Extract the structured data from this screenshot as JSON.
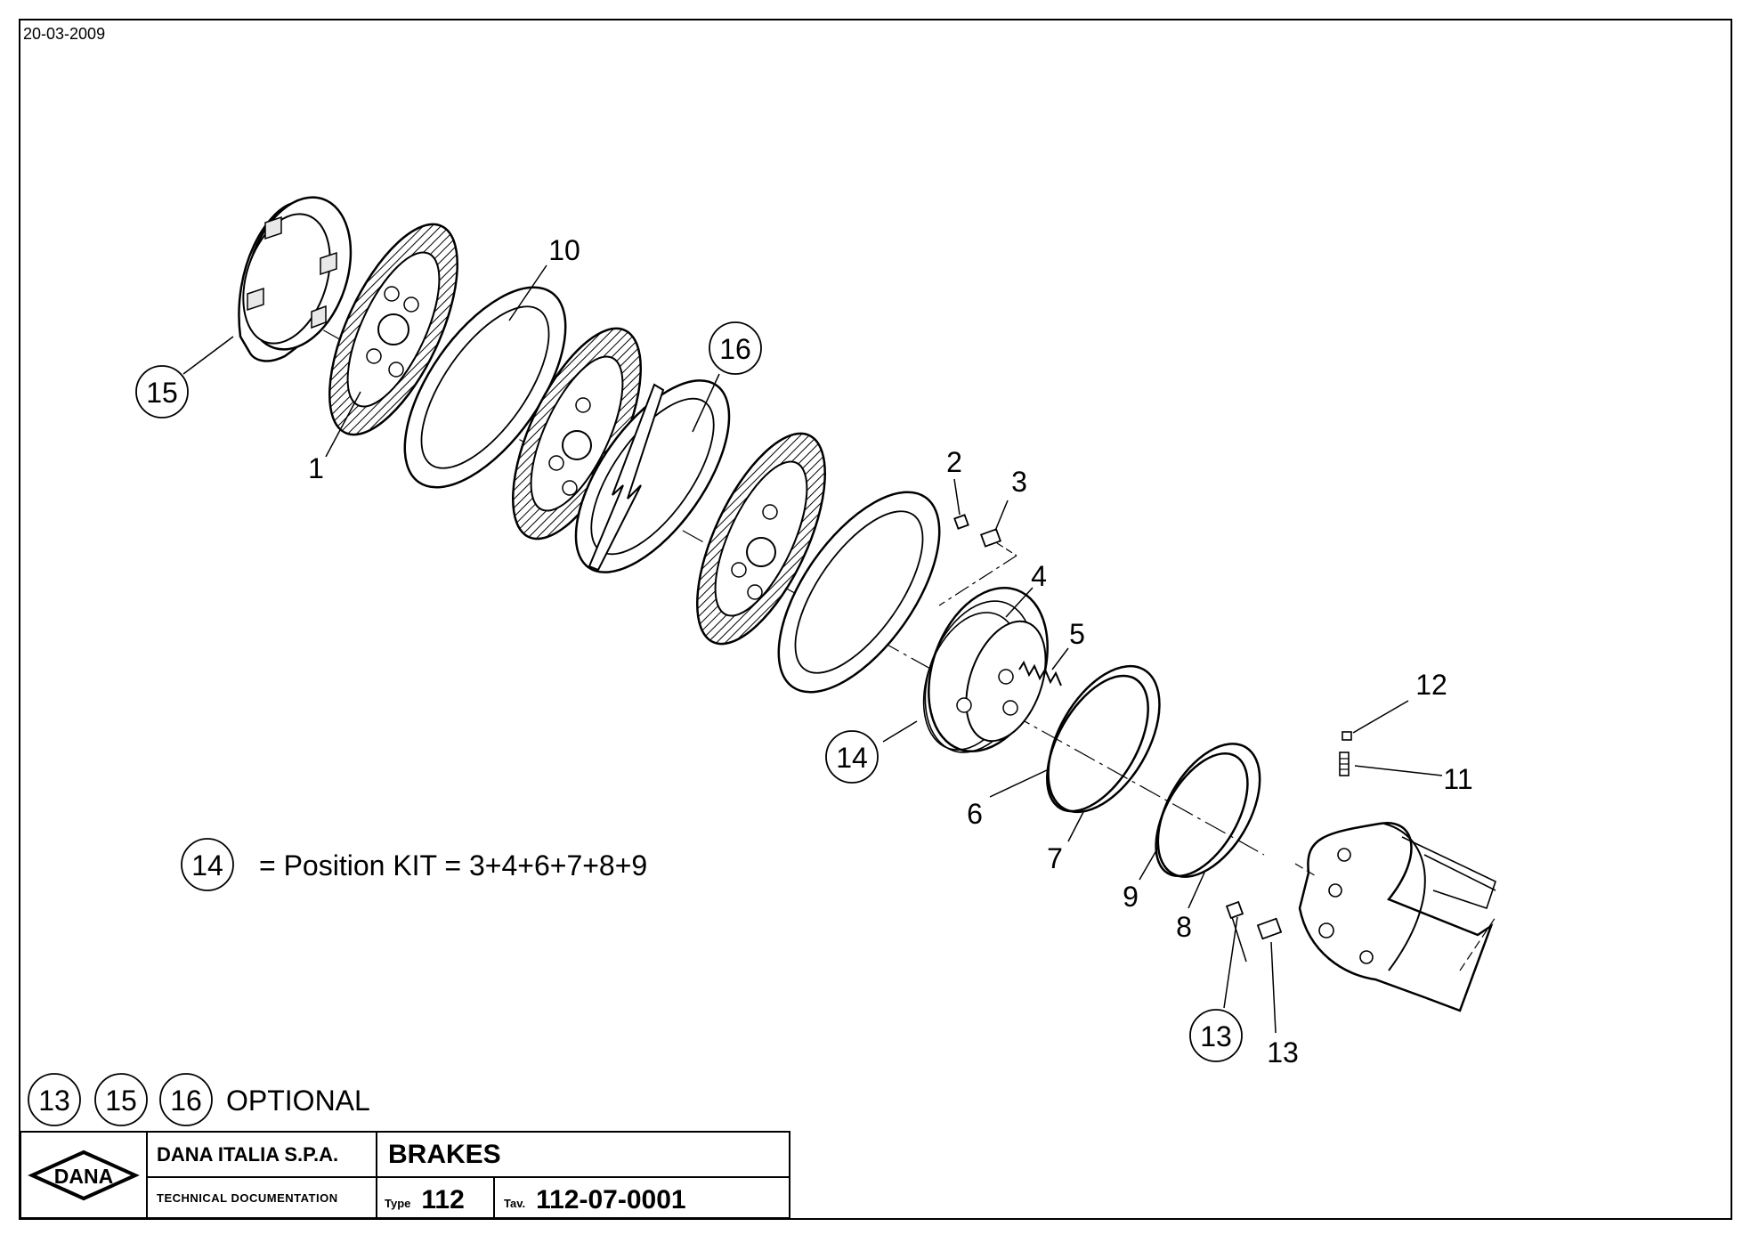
{
  "header": {
    "date": "20-03-2009"
  },
  "callouts": {
    "c1": "1",
    "c2": "2",
    "c3": "3",
    "c4": "4",
    "c5": "5",
    "c6": "6",
    "c7": "7",
    "c8": "8",
    "c9": "9",
    "c10": "10",
    "c11": "11",
    "c12": "12",
    "c13a": "13",
    "c13b": "13",
    "c14": "14",
    "c15": "15",
    "c16": "16"
  },
  "legend": {
    "kit_number": "14",
    "kit_text": "= Position KIT = 3+4+6+7+8+9",
    "optional_numbers": [
      "13",
      "15",
      "16"
    ],
    "optional_text": "OPTIONAL"
  },
  "titleblock": {
    "logo": "DANA",
    "company": "DANA ITALIA S.P.A.",
    "title": "BRAKES",
    "doc": "TECHNICAL DOCUMENTATION",
    "type_label": "Type",
    "type_value": "112",
    "tav_label": "Tav.",
    "tav_value": "112-07-0001"
  }
}
